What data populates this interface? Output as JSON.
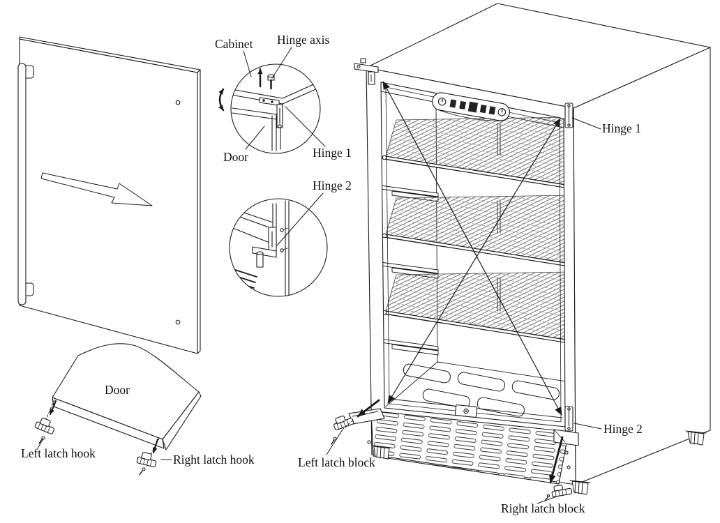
{
  "colors": {
    "ink": "#1a1a1a",
    "paper": "#ffffff"
  },
  "labels": {
    "detail_top": {
      "cabinet": "Cabinet",
      "hinge_axis": "Hinge axis",
      "door": "Door",
      "hinge_1": "Hinge 1"
    },
    "detail_bottom": {
      "hinge_2": "Hinge 2"
    },
    "door_fragment": {
      "door": "Door",
      "left_latch_hook": "Left latch hook",
      "right_latch_hook": "Right latch hook"
    },
    "cabinet_view": {
      "hinge_1": "Hinge 1",
      "hinge_2": "Hinge 2",
      "left_latch_block": "Left latch block",
      "right_latch_block": "Right latch block"
    }
  }
}
